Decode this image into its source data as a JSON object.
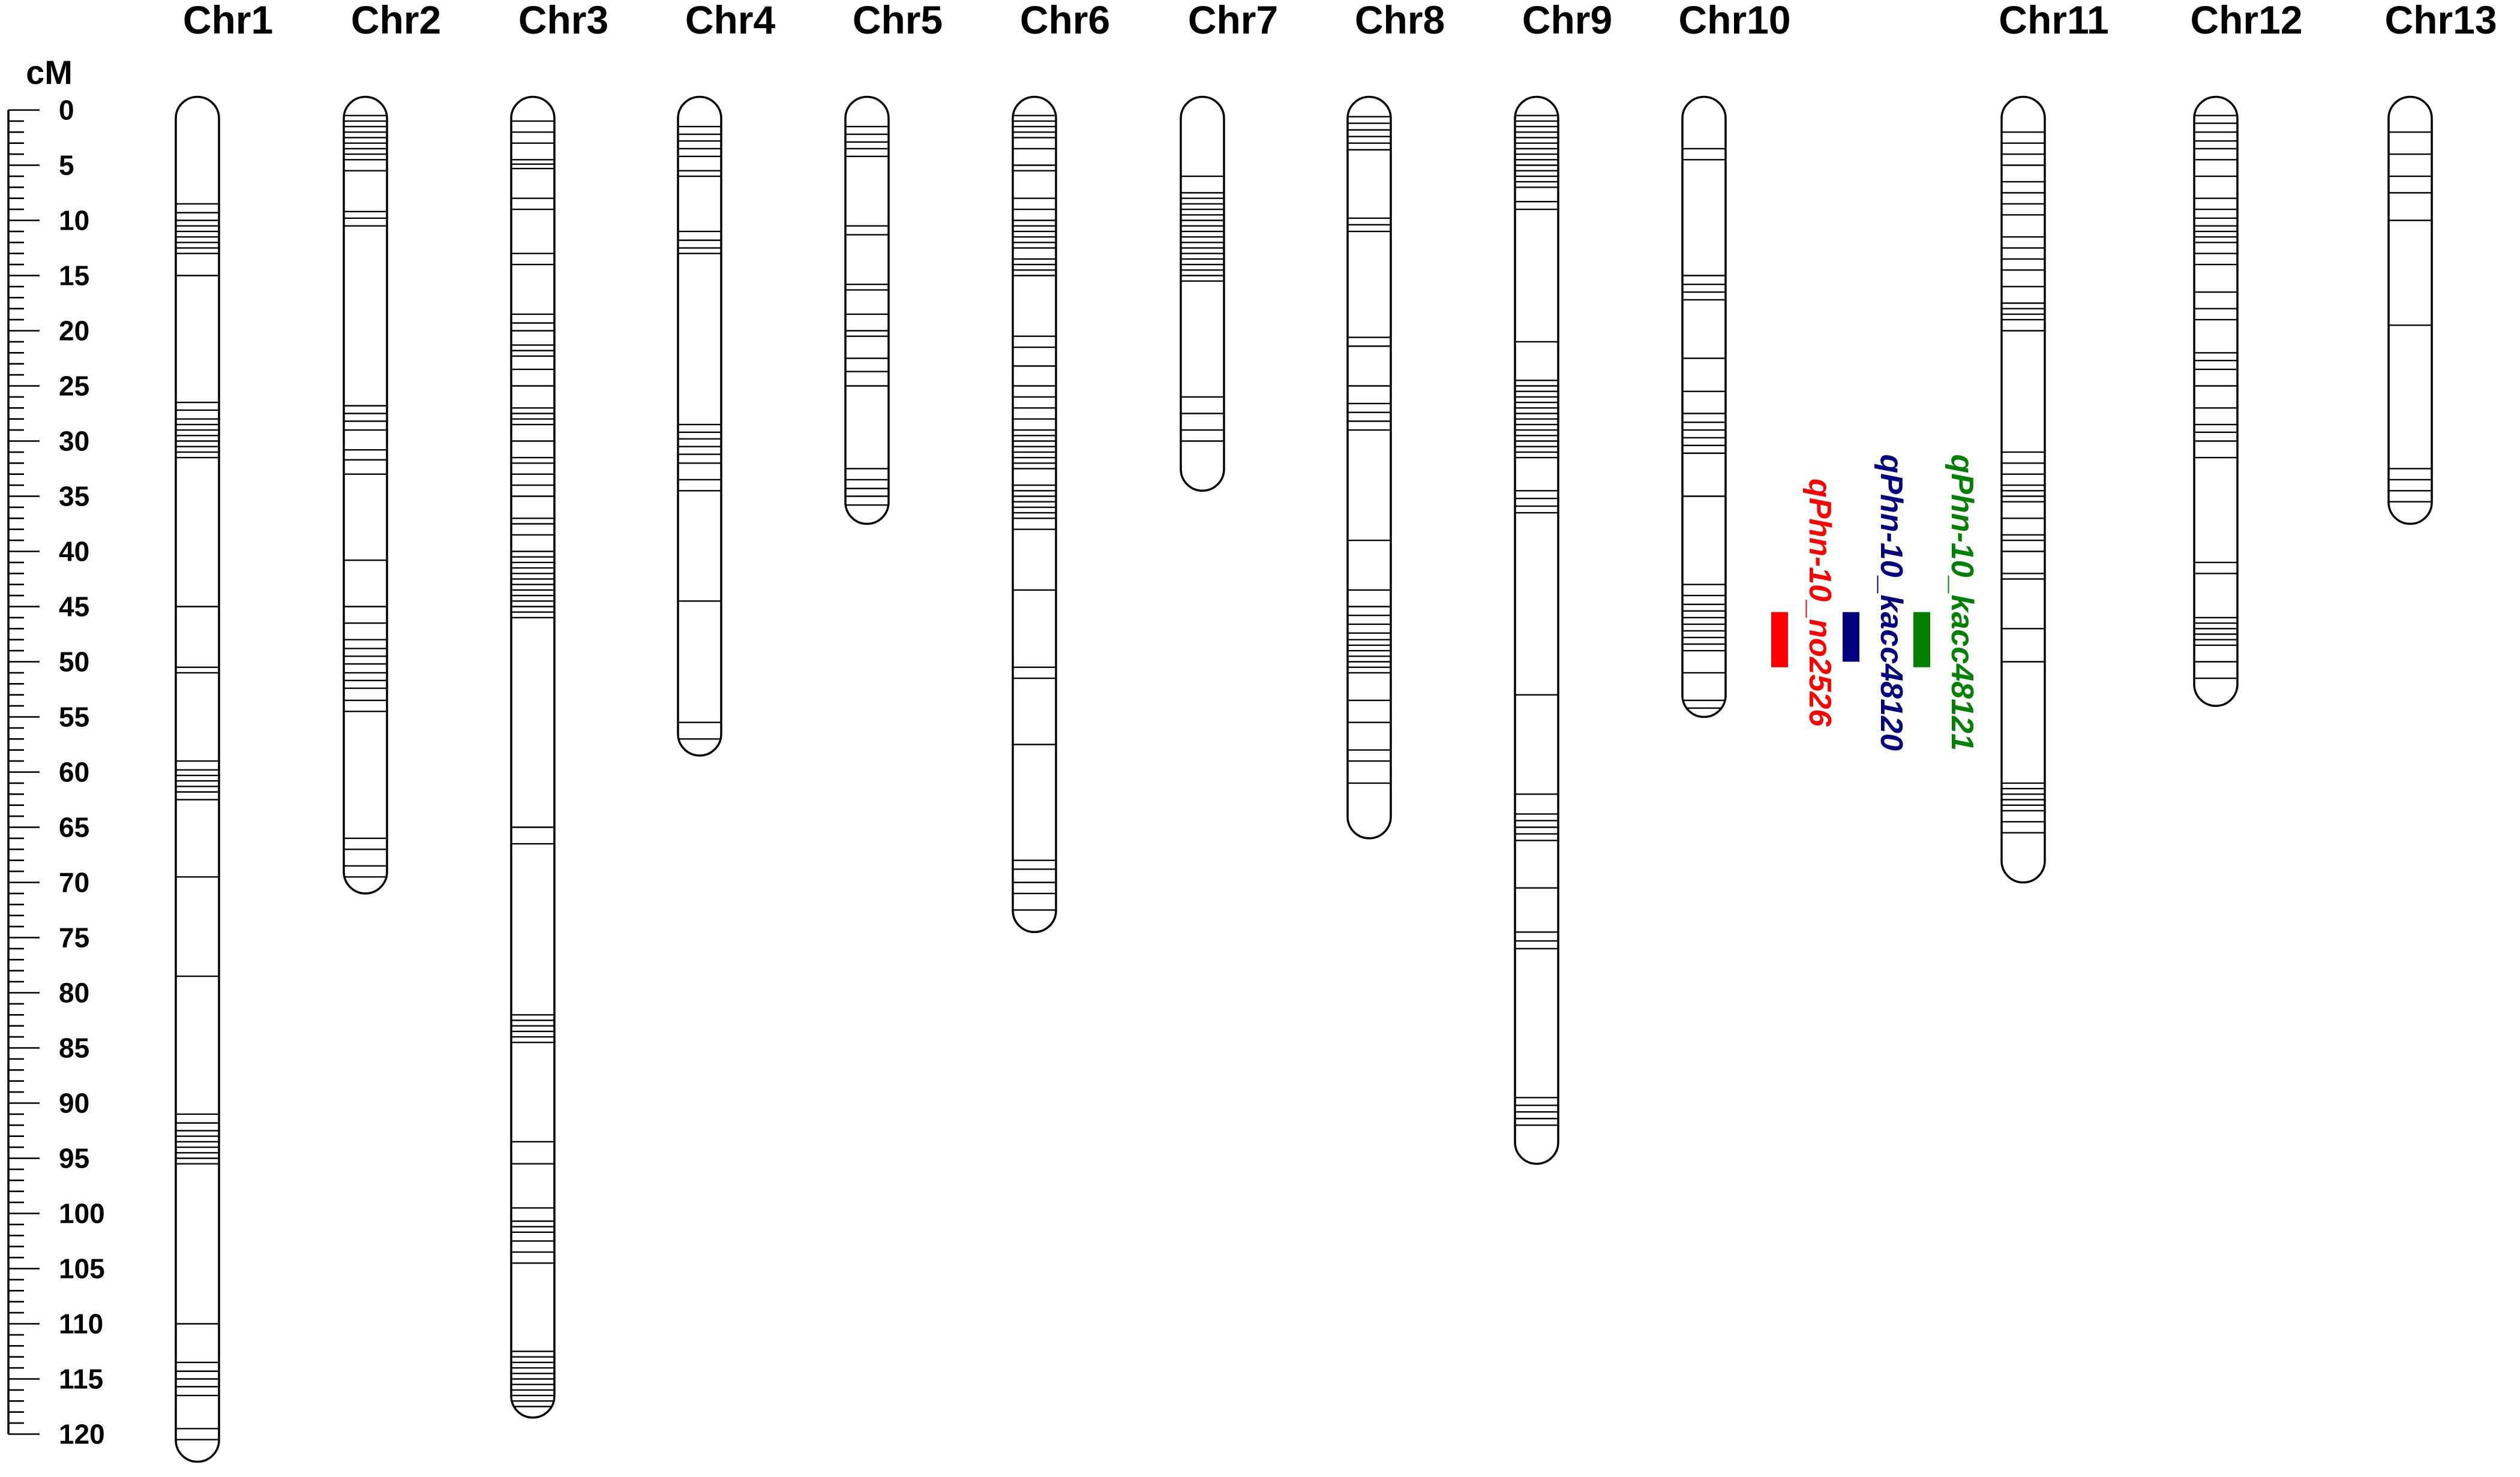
{
  "scale": {
    "unit": "cM",
    "min": 0,
    "max": 120,
    "major_step": 5,
    "minor_step": 1,
    "tick_labels": [
      "0",
      "5",
      "10",
      "15",
      "20",
      "25",
      "30",
      "35",
      "40",
      "45",
      "50",
      "55",
      "60",
      "65",
      "70",
      "75",
      "80",
      "85",
      "90",
      "95",
      "100",
      "105",
      "110",
      "115",
      "120"
    ]
  },
  "chromosomes": [
    {
      "name": "Chr1",
      "length": 122.5,
      "markers": [
        8.5,
        9.3,
        10,
        10.5,
        11,
        11.5,
        12,
        12.5,
        13,
        15,
        26.5,
        27.2,
        28,
        28.5,
        29,
        29.5,
        30,
        30.5,
        31,
        31.5,
        45,
        50.5,
        51,
        59,
        59.8,
        60.3,
        60.8,
        61.3,
        61.8,
        62.5,
        69.5,
        78.5,
        91,
        91.8,
        92.5,
        93,
        93.5,
        94,
        94.5,
        95,
        95.5,
        110,
        113.5,
        114.3,
        115,
        115.7,
        116.5,
        119.5,
        120.5
      ]
    },
    {
      "name": "Chr2",
      "length": 71,
      "markers": [
        0.5,
        1,
        1.5,
        2,
        2.5,
        3,
        3.5,
        4,
        4.5,
        5.5,
        9.2,
        9.8,
        10.5,
        26.8,
        27.5,
        28.2,
        29,
        30.8,
        31.7,
        33,
        40.8,
        45,
        46.5,
        48,
        48.8,
        49.5,
        50.2,
        51,
        51.7,
        52.4,
        53.5,
        54.5,
        66,
        67,
        68.5,
        69.5
      ]
    },
    {
      "name": "Chr3",
      "length": 118.5,
      "markers": [
        1,
        2,
        3,
        4.5,
        4.9,
        5.3,
        8,
        9,
        13,
        14,
        18.5,
        19.3,
        20,
        21.3,
        21.8,
        22.3,
        23.5,
        25,
        27,
        27.5,
        28,
        28.5,
        30,
        31.5,
        32,
        33,
        34,
        35,
        37,
        37.5,
        38.5,
        40,
        40.5,
        41,
        41.5,
        42,
        42.5,
        43,
        43.5,
        44,
        44.5,
        45,
        45.5,
        46,
        65,
        66.5,
        82,
        82.5,
        83,
        83.5,
        84,
        84.5,
        93.5,
        95.5,
        99.5,
        100.7,
        101.2,
        101.7,
        102.5,
        103.5,
        104.5,
        112.5,
        113,
        113.5,
        114,
        114.5,
        115,
        115.5,
        116,
        116.5,
        117,
        117.5
      ]
    },
    {
      "name": "Chr4",
      "length": 58.5,
      "markers": [
        1.5,
        2.2,
        2.8,
        3.5,
        4.2,
        5.5,
        6,
        11,
        11.8,
        12.5,
        13,
        28.5,
        29.2,
        29.8,
        30.5,
        31.2,
        32,
        33.5,
        34.5,
        44.5,
        55.5,
        57
      ]
    },
    {
      "name": "Chr5",
      "length": 37.5,
      "markers": [
        1.5,
        2.2,
        2.9,
        3.5,
        4.2,
        10.5,
        11.3,
        15.8,
        16.3,
        18.5,
        20,
        20.5,
        22.5,
        23.7,
        25,
        32.5,
        33.5,
        34.3,
        35,
        35.8
      ]
    },
    {
      "name": "Chr6",
      "length": 74.5,
      "markers": [
        0.5,
        1,
        1.5,
        2,
        2.5,
        3.5,
        5,
        5.5,
        8,
        9,
        10,
        10.5,
        11,
        11.5,
        12,
        12.5,
        13.5,
        14,
        14.5,
        15,
        20.5,
        21.5,
        23.2,
        25,
        26,
        27,
        28,
        29,
        29.5,
        30,
        30.5,
        31,
        31.5,
        32,
        32.5,
        34,
        34.5,
        35,
        35.5,
        36,
        36.5,
        37,
        38,
        43.5,
        50.5,
        51.5,
        57.5,
        68,
        68.8,
        70,
        71,
        72.5
      ]
    },
    {
      "name": "Chr7",
      "length": 34.5,
      "markers": [
        6,
        7.5,
        8,
        8.5,
        9,
        9.5,
        10,
        10.5,
        11,
        11.5,
        12,
        12.5,
        13,
        13.5,
        14,
        14.5,
        15,
        15.5,
        26,
        27.5,
        29,
        30
      ]
    },
    {
      "name": "Chr8",
      "length": 66,
      "markers": [
        0.6,
        1.2,
        1.8,
        2.4,
        3,
        3.6,
        9.8,
        10.4,
        11,
        20.6,
        21.4,
        25,
        26.6,
        27.4,
        28.2,
        29,
        39,
        43.5,
        45,
        45.8,
        46.6,
        47.4,
        48,
        48.5,
        49,
        49.5,
        50,
        50.5,
        51,
        53.5,
        55.5,
        58,
        59,
        61
      ]
    },
    {
      "name": "Chr9",
      "length": 95.5,
      "markers": [
        0.5,
        1,
        1.5,
        2,
        2.5,
        3,
        3.5,
        4,
        4.5,
        5,
        5.5,
        6,
        6.5,
        7,
        8.3,
        9,
        21,
        24.5,
        25,
        25.5,
        26,
        26.5,
        27,
        27.5,
        28,
        28.5,
        29,
        29.5,
        30,
        30.5,
        31,
        31.5,
        34.5,
        35.2,
        35.9,
        36.5,
        53,
        62,
        63.8,
        64.4,
        65,
        65.6,
        66.2,
        70.5,
        74.5,
        75.3,
        76,
        89.5,
        90.2,
        90.8,
        91.4,
        92
      ]
    },
    {
      "name": "Chr10",
      "length": 55,
      "markers": [
        3.5,
        4.5,
        15,
        15.8,
        16.5,
        17.2,
        22.5,
        25.5,
        27.5,
        28.3,
        29,
        29.7,
        30.4,
        31.1,
        35,
        43,
        44,
        44.8,
        45.4,
        46,
        46.6,
        47.2,
        47.8,
        48.4,
        49,
        51,
        53.5,
        54.2
      ]
    },
    {
      "name": "Chr11",
      "length": 70,
      "markers": [
        2,
        3,
        4,
        5,
        6.5,
        7.5,
        8.5,
        9.5,
        11.5,
        12.5,
        13.5,
        14.5,
        16,
        17.5,
        18,
        18.5,
        19,
        20,
        31,
        32,
        33,
        34,
        34.5,
        35,
        35.5,
        37,
        38.5,
        39,
        40,
        42,
        42.5,
        47,
        50,
        61,
        61.5,
        62,
        62.5,
        63,
        63.5,
        64.5,
        65.5
      ]
    },
    {
      "name": "Chr12",
      "length": 54,
      "markers": [
        0.5,
        1.2,
        2,
        2.8,
        3.5,
        4.5,
        6,
        8,
        9,
        9.8,
        10.5,
        11,
        11.5,
        12,
        13,
        14,
        16.5,
        18,
        19,
        22,
        22.7,
        23.5,
        25,
        27,
        28.5,
        29.2,
        30,
        31.5,
        41,
        42,
        46,
        46.5,
        47,
        47.5,
        48,
        48.5,
        50,
        51.5
      ]
    },
    {
      "name": "Chr13",
      "length": 37.5,
      "markers": [
        2,
        4,
        6,
        7.5,
        10,
        19.5,
        32.5,
        33.5,
        34.5,
        35.5
      ]
    }
  ],
  "qtls": [
    {
      "label": "qPhn-10_no2526",
      "chromosome": "Chr10",
      "start": 45.5,
      "end": 50.5,
      "color": "#ff0000"
    },
    {
      "label": "qPhn-10_kacc48120",
      "chromosome": "Chr10",
      "start": 45.5,
      "end": 50,
      "color": "#000080"
    },
    {
      "label": "qPhn-10_kacc48121",
      "chromosome": "Chr10",
      "start": 45.5,
      "end": 50.5,
      "color": "#008000"
    }
  ]
}
